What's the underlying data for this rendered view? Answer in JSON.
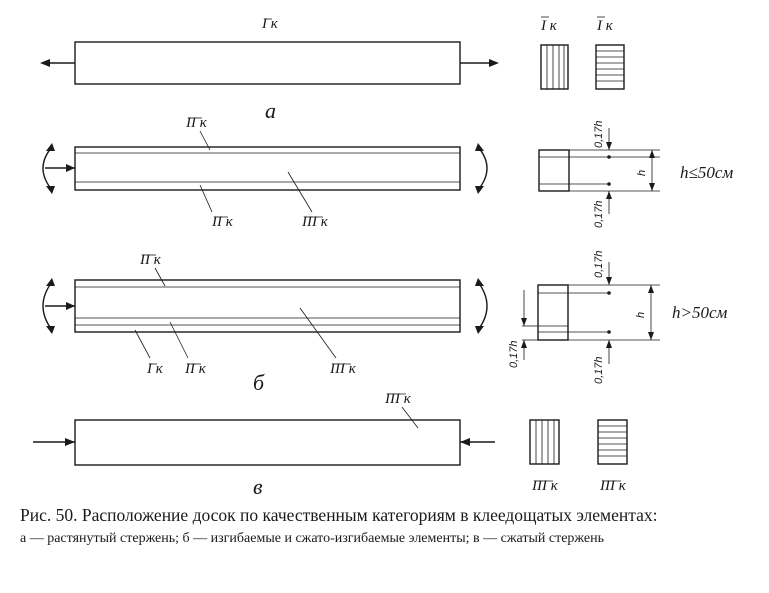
{
  "figure": {
    "labels": {
      "cat1": "I к",
      "cat2": "II к",
      "cat3": "III к",
      "dim_017h": "0,17h",
      "dim_h": "h",
      "cond_small": "h≤50см",
      "cond_large": "h>50см"
    },
    "panel_letters": {
      "a": "а",
      "b": "б",
      "v": "в"
    }
  },
  "caption": {
    "title": "Рис. 50. Расположение досок по качественным категориям в клеедощатых элементах:",
    "legend": "а — растянутый стержень; б — изгибаемые и сжато-изгибаемые элементы; в — сжатый стержень"
  }
}
